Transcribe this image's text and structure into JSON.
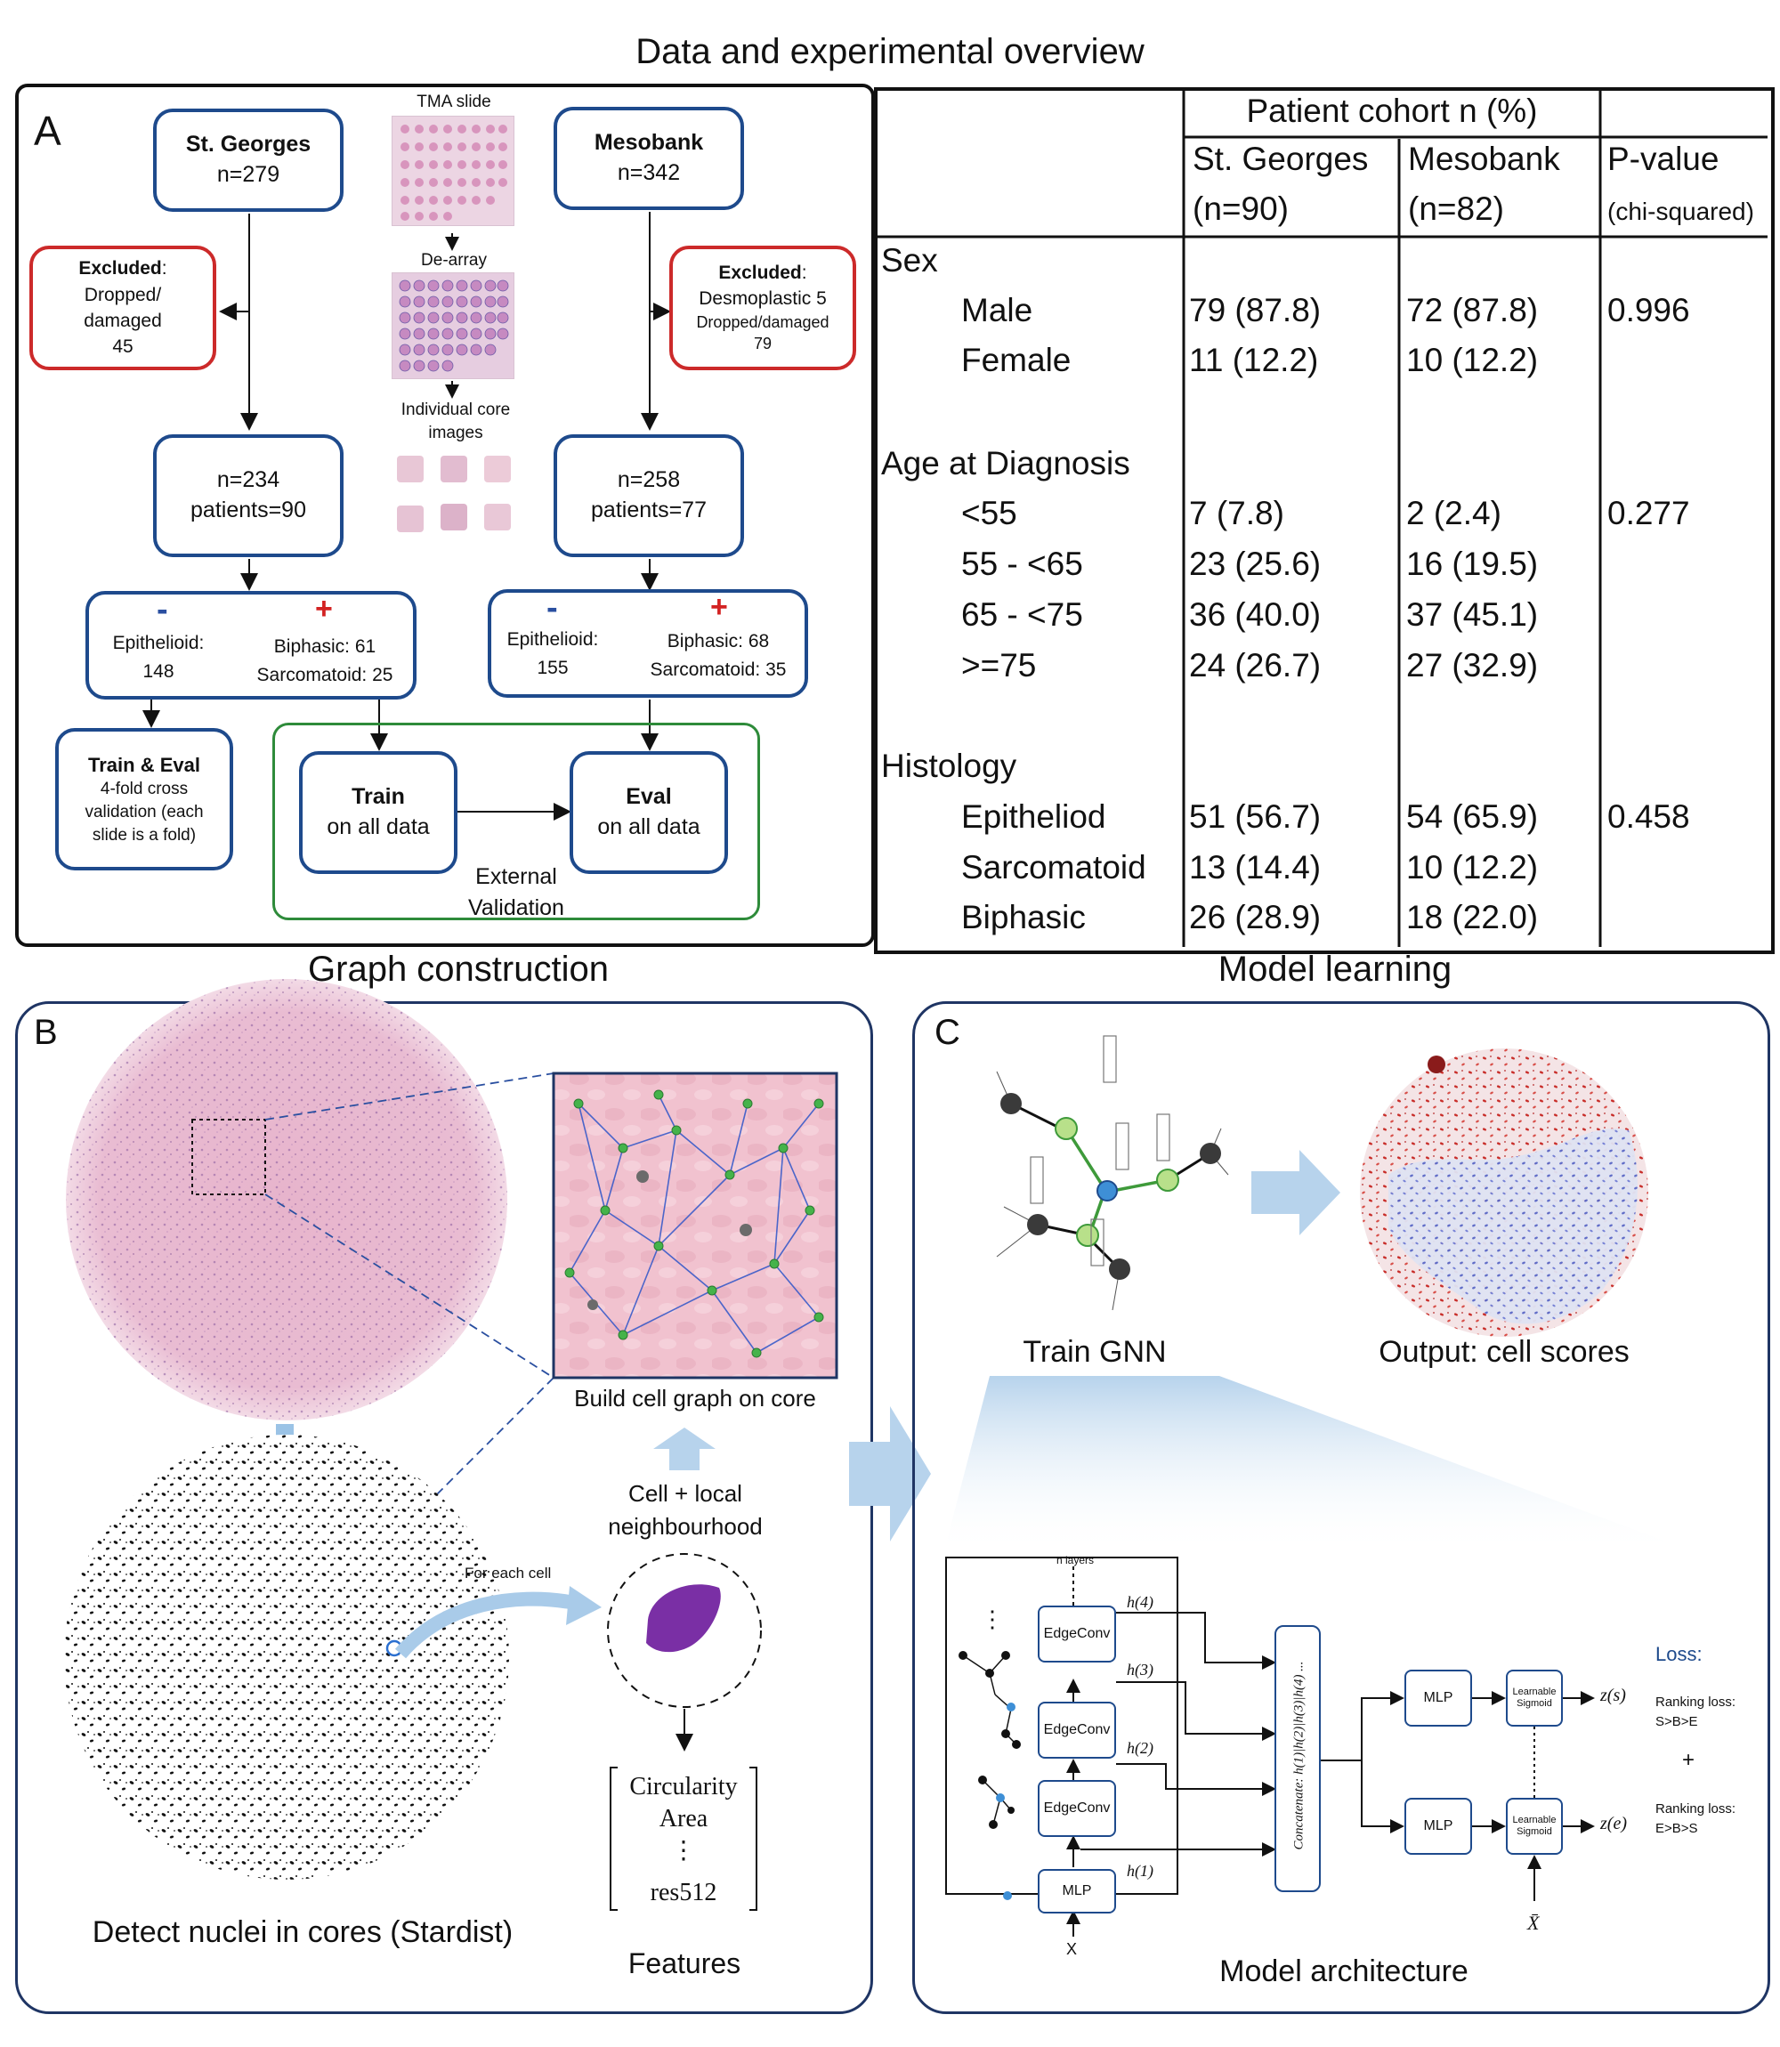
{
  "titles": {
    "main": "Data and experimental overview",
    "graph": "Graph construction",
    "model": "Model learning"
  },
  "panelA": {
    "letter": "A",
    "stgeorges": {
      "name": "St. Georges",
      "n": "n=279"
    },
    "mesobank": {
      "name": "Mesobank",
      "n": "n=342"
    },
    "tma": {
      "slide": "TMA slide",
      "dearray": "De-array",
      "cores": "Individual core images"
    },
    "excluded_left": {
      "head": "Excluded",
      "line1": "Dropped/",
      "line2": "damaged",
      "line3": "45"
    },
    "excluded_right": {
      "head": "Excluded",
      "line1": "Desmoplastic 5",
      "line2": "Dropped/damaged",
      "line3": "79"
    },
    "mid_left": {
      "n": "n=234",
      "patients": "patients=90"
    },
    "mid_right": {
      "n": "n=258",
      "patients": "patients=77"
    },
    "split_left": {
      "minus": "-",
      "plus": "+",
      "epi": "Epithelioid:",
      "epi_n": "148",
      "bip": "Biphasic: 61",
      "sar": "Sarcomatoid: 25"
    },
    "split_right": {
      "minus": "-",
      "plus": "+",
      "epi": "Epithelioid:",
      "epi_n": "155",
      "bip": "Biphasic: 68",
      "sar": "Sarcomatoid: 35"
    },
    "train_eval": {
      "head": "Train & Eval",
      "l1": "4-fold cross",
      "l2": "validation (each",
      "l3": "slide is a fold)"
    },
    "train": {
      "head": "Train",
      "sub": "on all data"
    },
    "eval": {
      "head": "Eval",
      "sub": "on all data"
    },
    "external": {
      "l1": "External",
      "l2": "Validation"
    }
  },
  "table": {
    "header": "Patient cohort n (%)",
    "col1": {
      "l1": "St. Georges",
      "l2": "(n=90)"
    },
    "col2": {
      "l1": "Mesobank",
      "l2": "(n=82)"
    },
    "col3": {
      "l1": "P-value",
      "l2": "(chi-squared)"
    },
    "sections": [
      {
        "label": "Sex",
        "rows": [
          {
            "name": "Male",
            "sg": "79 (87.8)",
            "mb": "72 (87.8)",
            "p": "0.996"
          },
          {
            "name": "Female",
            "sg": "11 (12.2)",
            "mb": "10 (12.2)",
            "p": ""
          }
        ]
      },
      {
        "label": "Age at Diagnosis",
        "rows": [
          {
            "name": "<55",
            "sg": "7 (7.8)",
            "mb": "2 (2.4)",
            "p": "0.277"
          },
          {
            "name": "55 - <65",
            "sg": "23 (25.6)",
            "mb": "16 (19.5)",
            "p": ""
          },
          {
            "name": "65 - <75",
            "sg": "36 (40.0)",
            "mb": "37 (45.1)",
            "p": ""
          },
          {
            "name": ">=75",
            "sg": "24 (26.7)",
            "mb": "27 (32.9)",
            "p": ""
          }
        ]
      },
      {
        "label": "Histology",
        "rows": [
          {
            "name": "Epitheliod",
            "sg": "51 (56.7)",
            "mb": "54 (65.9)",
            "p": "0.458"
          },
          {
            "name": "Sarcomatoid",
            "sg": "13 (14.4)",
            "mb": "10 (12.2)",
            "p": ""
          },
          {
            "name": "Biphasic",
            "sg": "26 (28.9)",
            "mb": "18 (22.0)",
            "p": ""
          }
        ]
      }
    ]
  },
  "panelB": {
    "letter": "B",
    "build": "Build cell graph on core",
    "cell_local": {
      "l1": "Cell + local",
      "l2": "neighbourhood"
    },
    "for_each": "For each cell",
    "detect": "Detect nuclei in cores (Stardist)",
    "features": {
      "f1": "Circularity",
      "f2": "Area",
      "dots": "⋮",
      "f3": "res512",
      "label": "Features"
    }
  },
  "panelC": {
    "letter": "C",
    "train_gnn": "Train GNN",
    "output": "Output: cell scores",
    "arch": {
      "n_layers": "n layers",
      "edgeconv": "EdgeConv",
      "mlp": "MLP",
      "h1": "h(1)",
      "h2": "h(2)",
      "h3": "h(3)",
      "h4": "h(4)",
      "concat": "Concatenate: h(1)|h(2)|h(3)|h(4) ...",
      "learn_sig": "Learnable Sigmoid",
      "zs": "z(s)",
      "ze": "z(e)",
      "loss": "Loss:",
      "rank1_a": "Ranking loss:",
      "rank1_b": "S>B>E",
      "plus": "+",
      "rank2_a": "Ranking loss:",
      "rank2_b": "E>B>S",
      "x": "X",
      "xbar": "X̄",
      "dots": "⋮"
    },
    "model_arch": "Model architecture"
  },
  "colors": {
    "blue_border": "#1e4a8c",
    "red_border": "#cc2a2a",
    "green_border": "#2e8b3a",
    "arrow_blue": "#b7d3ec"
  }
}
